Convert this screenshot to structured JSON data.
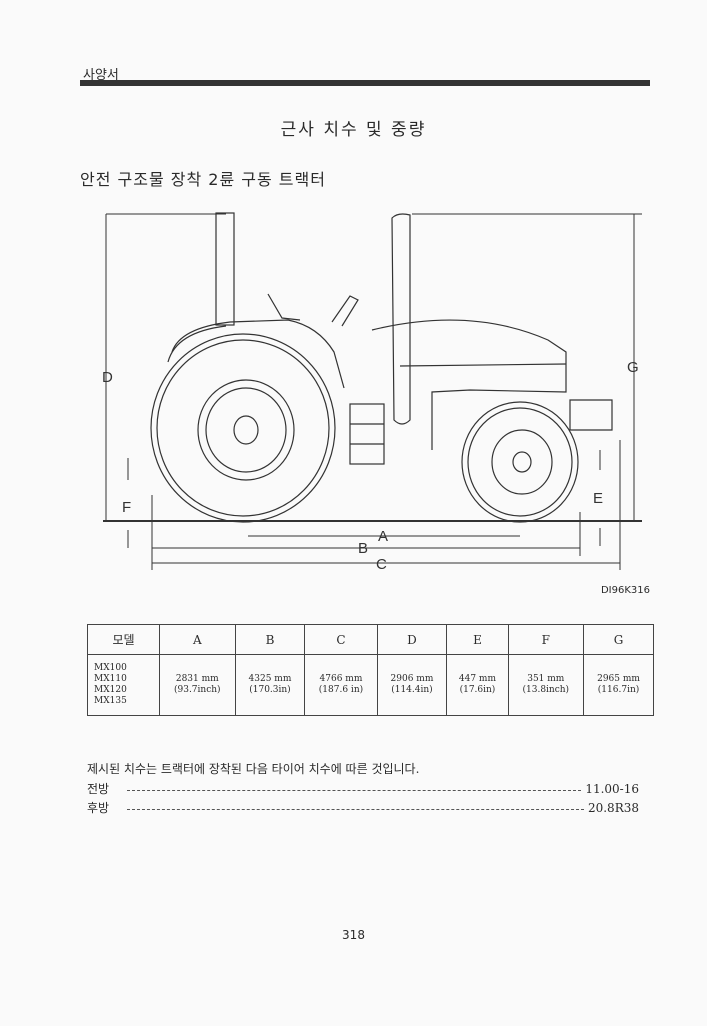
{
  "header": {
    "section": "사양서"
  },
  "title": "근사 치수 및 중량",
  "subtitle": "안전 구조물 장착 2륜 구동 트랙터",
  "figure": {
    "labels": {
      "A": "A",
      "B": "B",
      "C": "C",
      "D": "D",
      "E": "E",
      "F": "F",
      "G": "G"
    },
    "code": "DI96K316"
  },
  "table": {
    "headers": [
      "모델",
      "A",
      "B",
      "C",
      "D",
      "E",
      "F",
      "G"
    ],
    "models": [
      "MX100",
      "MX110",
      "MX120",
      "MX135"
    ],
    "values": [
      {
        "mm": "2831 mm",
        "inch": "(93.7inch)"
      },
      {
        "mm": "4325 mm",
        "inch": "(170.3in)"
      },
      {
        "mm": "4766 mm",
        "inch": "(187.6 in)"
      },
      {
        "mm": "2906 mm",
        "inch": "(114.4in)"
      },
      {
        "mm": "447 mm",
        "inch": "(17.6in)"
      },
      {
        "mm": "351 mm",
        "inch": "(13.8inch)"
      },
      {
        "mm": "2965 mm",
        "inch": "(116.7in)"
      }
    ]
  },
  "note": "제시된 치수는 트랙터에 장착된 다음 타이어 치수에 따른 것입니다.",
  "tires": {
    "front": {
      "label": "전방",
      "value": "11.00-16"
    },
    "rear": {
      "label": "후방",
      "value": "20.8R38"
    }
  },
  "page_number": "318"
}
